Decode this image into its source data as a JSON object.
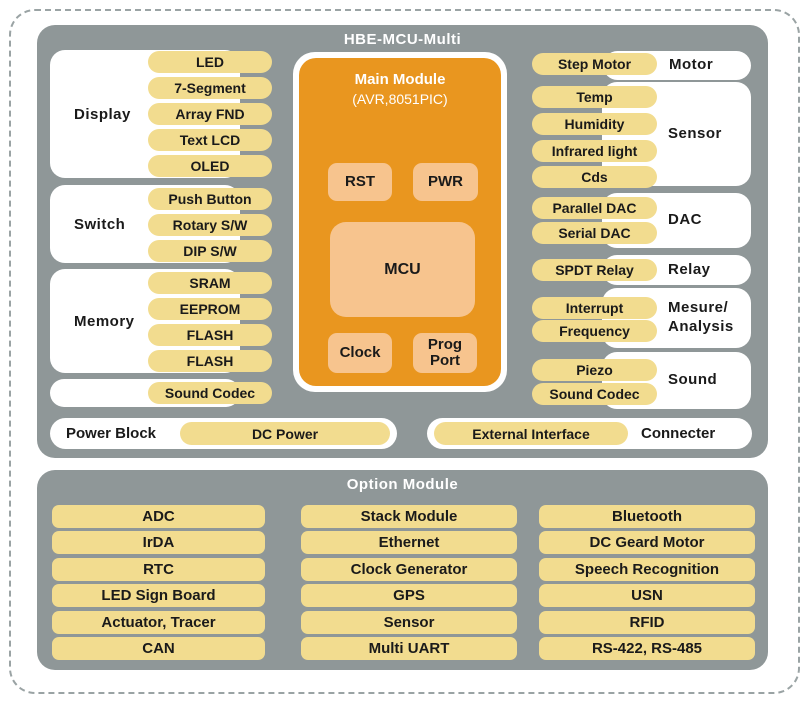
{
  "title": "HBE-MCU-Multi",
  "colors": {
    "panel_gray": "#8F9798",
    "pill_yellow": "#F2DC8F",
    "module_orange": "#E9961F",
    "block_peach": "#F7C48E",
    "box_white": "#FFFFFF",
    "text_black": "#1A1A1A"
  },
  "main_board": {
    "left_groups": [
      {
        "label": "Display",
        "items": [
          "LED",
          "7-Segment",
          "Array FND",
          "Text LCD",
          "OLED"
        ]
      },
      {
        "label": "Switch",
        "items": [
          "Push Button",
          "Rotary S/W",
          "DIP S/W"
        ]
      },
      {
        "label": "Memory",
        "items": [
          "SRAM",
          "EEPROM",
          "FLASH",
          "FLASH"
        ]
      },
      {
        "label": "",
        "items": [
          "Sound Codec"
        ]
      }
    ],
    "main_module": {
      "title": "Main Module",
      "subtitle": "(AVR,8051PIC)",
      "blocks": {
        "rst": "RST",
        "pwr": "PWR",
        "mcu": "MCU",
        "clock": "Clock",
        "prog_port": "Prog Port"
      }
    },
    "right_groups": [
      {
        "label": "Motor",
        "items": [
          "Step Motor"
        ]
      },
      {
        "label": "Sensor",
        "items": [
          "Temp",
          "Humidity",
          "Infrared light",
          "Cds"
        ]
      },
      {
        "label": "DAC",
        "items": [
          "Parallel DAC",
          "Serial DAC"
        ]
      },
      {
        "label": "Relay",
        "items": [
          "SPDT Relay"
        ]
      },
      {
        "label_line1": "Mesure/",
        "label_line2": "Analysis",
        "items": [
          "Interrupt",
          "Frequency"
        ]
      },
      {
        "label": "Sound",
        "items": [
          "Piezo",
          "Sound Codec"
        ]
      }
    ],
    "power_bar": {
      "label": "Power Block",
      "pill": "DC Power"
    },
    "interface_bar": {
      "pill": "External Interface",
      "label": "Connecter"
    }
  },
  "option_module": {
    "title": "Option Module",
    "columns": [
      [
        "ADC",
        "IrDA",
        "RTC",
        "LED Sign Board",
        "Actuator, Tracer",
        "CAN"
      ],
      [
        "Stack Module",
        "Ethernet",
        "Clock Generator",
        "GPS",
        "Sensor",
        "Multi UART"
      ],
      [
        "Bluetooth",
        "DC Geard Motor",
        "Speech Recognition",
        "USN",
        "RFID",
        "RS-422, RS-485"
      ]
    ]
  }
}
